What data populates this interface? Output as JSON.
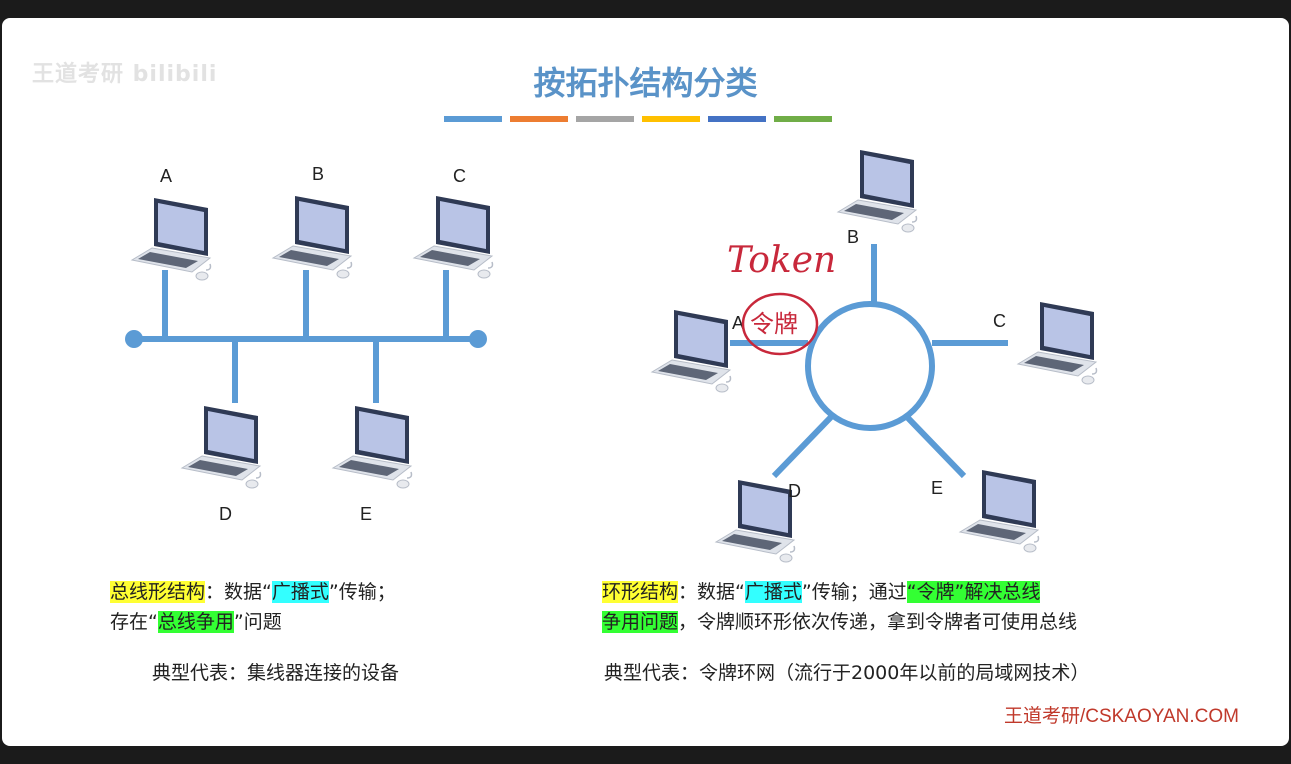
{
  "watermark": "王道考研 bilibili",
  "title": "按拓扑结构分类",
  "color_strip": [
    "#5b9bd5",
    "#ed7d31",
    "#a5a5a5",
    "#ffc000",
    "#4472c4",
    "#70ad47"
  ],
  "bus": {
    "nodes": [
      "A",
      "B",
      "C",
      "D",
      "E"
    ],
    "desc_name": "总线形结构",
    "desc_colon": "：数据“",
    "desc_broadcast": "广播式",
    "desc_mid": "”传输；",
    "desc_line2_pre": "存在“",
    "desc_contention": "总线争用",
    "desc_line2_post": "”问题",
    "example": "典型代表：集线器连接的设备"
  },
  "ring": {
    "nodes": [
      "A",
      "B",
      "C",
      "D",
      "E"
    ],
    "annotation_token": "Token",
    "annotation_cn": "令牌",
    "desc_name": "环形结构",
    "desc_colon": "：数据“",
    "desc_broadcast": "广播式",
    "desc_mid": "”传输；通过",
    "desc_token": "“令牌”解决总线",
    "desc_token2": "争用问题",
    "desc_rest": "，令牌顺环形依次传递，拿到令牌者可使用总线",
    "example": "典型代表：令牌环网（流行于2000年以前的局域网技术）"
  },
  "footer": "王道考研/CSKAOYAN.COM"
}
